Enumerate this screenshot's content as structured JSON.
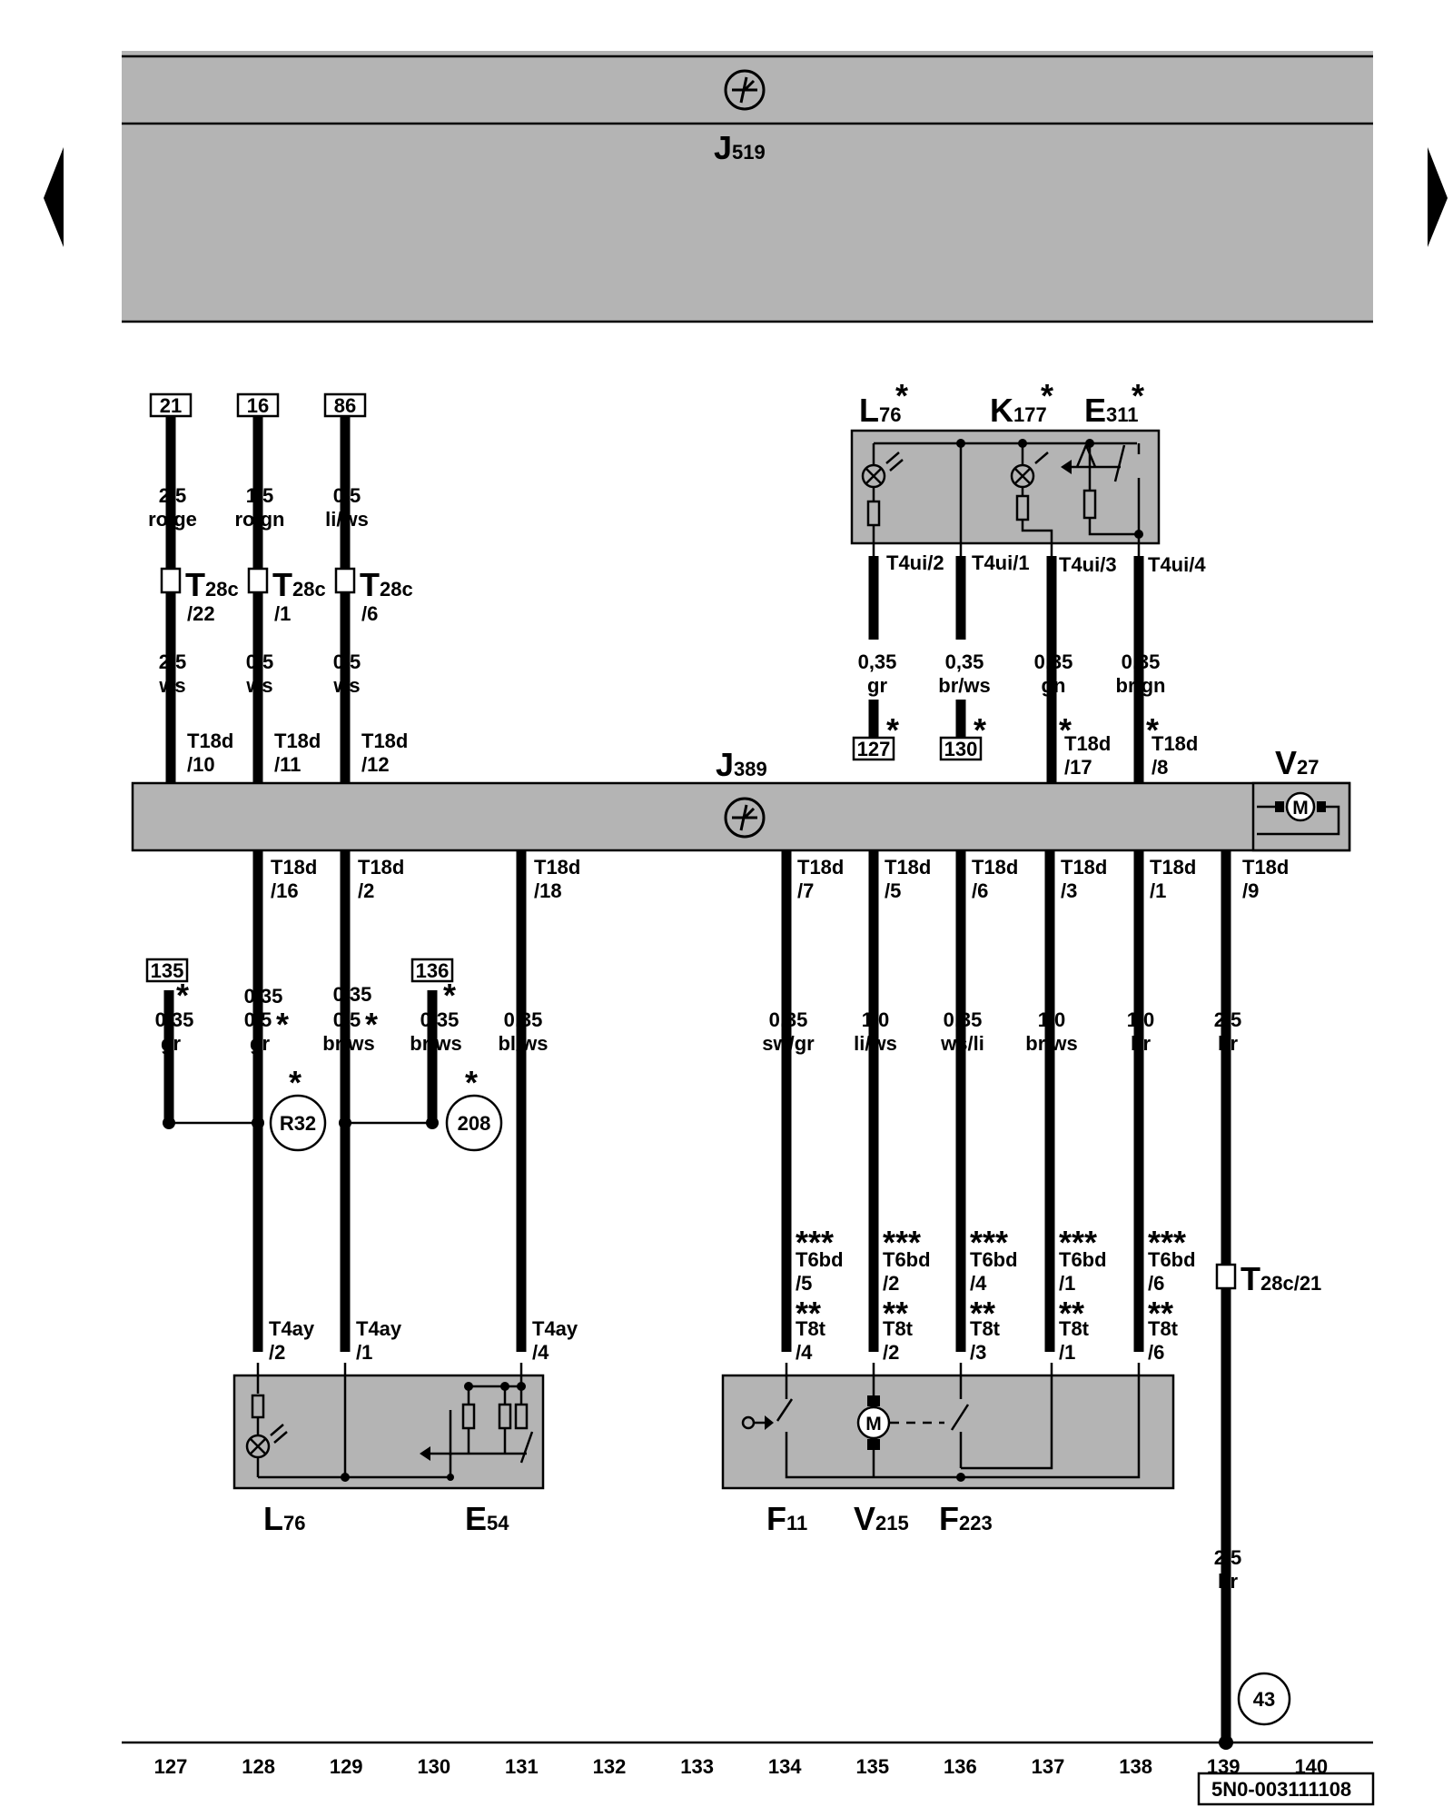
{
  "nav": {
    "prev_icon": "triangle-left-icon",
    "next_icon": "triangle-right-icon"
  },
  "modules": {
    "j519": {
      "main": "J",
      "sub": "519"
    },
    "j389": {
      "main": "J",
      "sub": "389"
    },
    "v27": {
      "main": "V",
      "sub": "27"
    },
    "l76_top": {
      "main": "L",
      "sub": "76",
      "mark": "*"
    },
    "k177": {
      "main": "K",
      "sub": "177",
      "mark": "*"
    },
    "e311": {
      "main": "E",
      "sub": "311",
      "mark": "*"
    },
    "l76_bottom": {
      "main": "L",
      "sub": "76"
    },
    "e54": {
      "main": "E",
      "sub": "54"
    },
    "f11": {
      "main": "F",
      "sub": "11"
    },
    "v215": {
      "main": "V",
      "sub": "215"
    },
    "f223": {
      "main": "F",
      "sub": "223"
    },
    "motor_symbol": "M"
  },
  "refs_top": [
    "21",
    "16",
    "86"
  ],
  "refs_mid": [
    "127",
    "130"
  ],
  "refs_low": [
    "135",
    "136"
  ],
  "circles": {
    "r32": "R32",
    "c208": "208",
    "c43": "43"
  },
  "stars": {
    "one": "*",
    "two": "**",
    "three": "***"
  },
  "top_wires": [
    {
      "size": "2,5",
      "color": "ro/ge",
      "conn": "T",
      "conn_sub": "28c",
      "pin": "/22",
      "size2": "2,5",
      "color2": "ws",
      "t18": "T18d",
      "t18pin": "/10"
    },
    {
      "size": "1,5",
      "color": "ro/gn",
      "conn": "T",
      "conn_sub": "28c",
      "pin": "/1",
      "size2": "0,5",
      "color2": "ws",
      "t18": "T18d",
      "t18pin": "/11"
    },
    {
      "size": "0,5",
      "color": "li/ws",
      "conn": "T",
      "conn_sub": "28c",
      "pin": "/6",
      "size2": "0,5",
      "color2": "ws",
      "t18": "T18d",
      "t18pin": "/12"
    }
  ],
  "t4ui": [
    {
      "pin": "T4ui/2",
      "size": "0,35",
      "color": "gr"
    },
    {
      "pin": "T4ui/1",
      "size": "0,35",
      "color": "br/ws"
    },
    {
      "pin": "T4ui/3",
      "size": "0,35",
      "color": "gn",
      "t18": "T18d",
      "t18pin": "/17"
    },
    {
      "pin": "T4ui/4",
      "size": "0,35",
      "color": "br/gn",
      "t18": "T18d",
      "t18pin": "/8"
    }
  ],
  "bottom_left": [
    {
      "t18": "T18d",
      "t18pin": "/16",
      "size": "0,35",
      "size2": "0,5",
      "color": "gr",
      "t4": "T4ay",
      "t4pin": "/2"
    },
    {
      "t18": "T18d",
      "t18pin": "/2",
      "size": "0,35",
      "size2": "0,5",
      "color": "br/ws",
      "t4": "T4ay",
      "t4pin": "/1"
    },
    {
      "t18": "T18d",
      "t18pin": "/18",
      "size": "0,35",
      "color": "bl/ws",
      "t4": "T4ay",
      "t4pin": "/4"
    }
  ],
  "branch_left": [
    {
      "size": "0,35",
      "color": "gr"
    },
    {
      "size": "0,35",
      "color": "br/ws"
    }
  ],
  "bottom_right": [
    {
      "t18": "T18d",
      "t18pin": "/7",
      "size": "0,35",
      "color": "sw/gr",
      "t6": "T6bd",
      "t6pin": "/5",
      "t8": "T8t",
      "t8pin": "/4"
    },
    {
      "t18": "T18d",
      "t18pin": "/5",
      "size": "1,0",
      "color": "li/ws",
      "t6": "T6bd",
      "t6pin": "/2",
      "t8": "T8t",
      "t8pin": "/2"
    },
    {
      "t18": "T18d",
      "t18pin": "/6",
      "size": "0,35",
      "color": "ws/li",
      "t6": "T6bd",
      "t6pin": "/4",
      "t8": "T8t",
      "t8pin": "/3"
    },
    {
      "t18": "T18d",
      "t18pin": "/3",
      "size": "1,0",
      "color": "br/ws",
      "t6": "T6bd",
      "t6pin": "/1",
      "t8": "T8t",
      "t8pin": "/1"
    },
    {
      "t18": "T18d",
      "t18pin": "/1",
      "size": "1,0",
      "color": "br",
      "t6": "T6bd",
      "t6pin": "/6",
      "t8": "T8t",
      "t8pin": "/6"
    }
  ],
  "ground_wire": {
    "t18": "T18d",
    "t18pin": "/9",
    "size": "2,5",
    "color": "br",
    "conn": "T",
    "conn_sub": "28c/21",
    "size2": "2,5",
    "color2": "br"
  },
  "scale": [
    "127",
    "128",
    "129",
    "130",
    "131",
    "132",
    "133",
    "134",
    "135",
    "136",
    "137",
    "138",
    "139",
    "140"
  ],
  "doc_id": "5N0-003111108"
}
